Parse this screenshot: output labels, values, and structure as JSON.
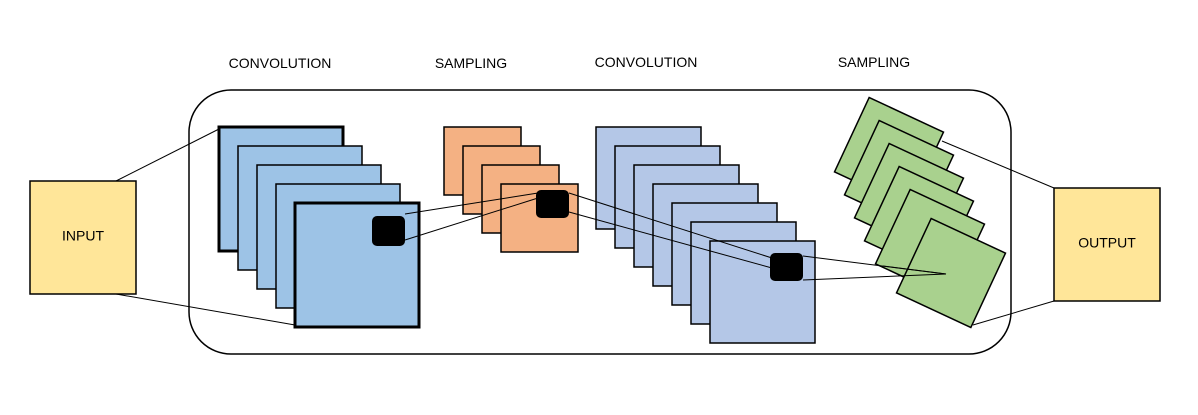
{
  "labels": {
    "input": "INPUT",
    "output": "OUTPUT",
    "conv1": "CONVOLUTION",
    "sampling1": "SAMPLING",
    "conv2": "CONVOLUTION",
    "sampling2": "SAMPLING"
  },
  "colors": {
    "io_fill": "#FFE699",
    "conv1_fill": "#9DC3E6",
    "sampling1_fill": "#F4B183",
    "conv2_fill": "#B4C7E7",
    "sampling2_fill": "#A9D18E",
    "stroke": "#000000",
    "kernel": "#000000"
  }
}
